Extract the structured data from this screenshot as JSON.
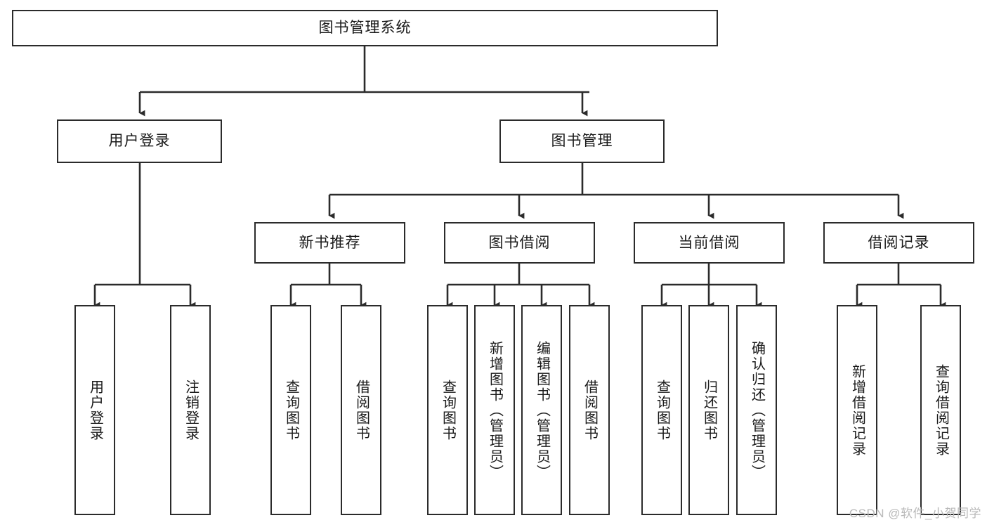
{
  "diagram": {
    "title_node": "图书管理系统",
    "watermark": "CSDN @软件_小贺同学",
    "level2": [
      {
        "id": "user-login",
        "label": "用户登录"
      },
      {
        "id": "book-manage",
        "label": "图书管理"
      }
    ],
    "level3": [
      {
        "id": "new-book-recommend",
        "label": "新书推荐"
      },
      {
        "id": "book-borrow",
        "label": "图书借阅"
      },
      {
        "id": "current-borrow",
        "label": "当前借阅"
      },
      {
        "id": "borrow-record",
        "label": "借阅记录"
      }
    ],
    "leaves": [
      {
        "id": "leaf-user-login",
        "label": "用户登录"
      },
      {
        "id": "leaf-logout",
        "label": "注销登录"
      },
      {
        "id": "leaf-query-book-1",
        "label": "查询图书"
      },
      {
        "id": "leaf-borrow-book-1",
        "label": "借阅图书"
      },
      {
        "id": "leaf-query-book-2",
        "label": "查询图书"
      },
      {
        "id": "leaf-add-book",
        "label": "新增图书（管理员）"
      },
      {
        "id": "leaf-edit-book",
        "label": "编辑图书（管理员）"
      },
      {
        "id": "leaf-borrow-book-2",
        "label": "借阅图书"
      },
      {
        "id": "leaf-query-book-3",
        "label": "查询图书"
      },
      {
        "id": "leaf-return-book",
        "label": "归还图书"
      },
      {
        "id": "leaf-confirm-return",
        "label": "确认归还（管理员）"
      },
      {
        "id": "leaf-add-record",
        "label": "新增借阅记录"
      },
      {
        "id": "leaf-query-record",
        "label": "查询借阅记录"
      }
    ],
    "colors": {
      "stroke": "#2b2b2b",
      "fill": "#ffffff",
      "text": "#1a1a1a",
      "watermark": "#b9b9b9"
    }
  }
}
